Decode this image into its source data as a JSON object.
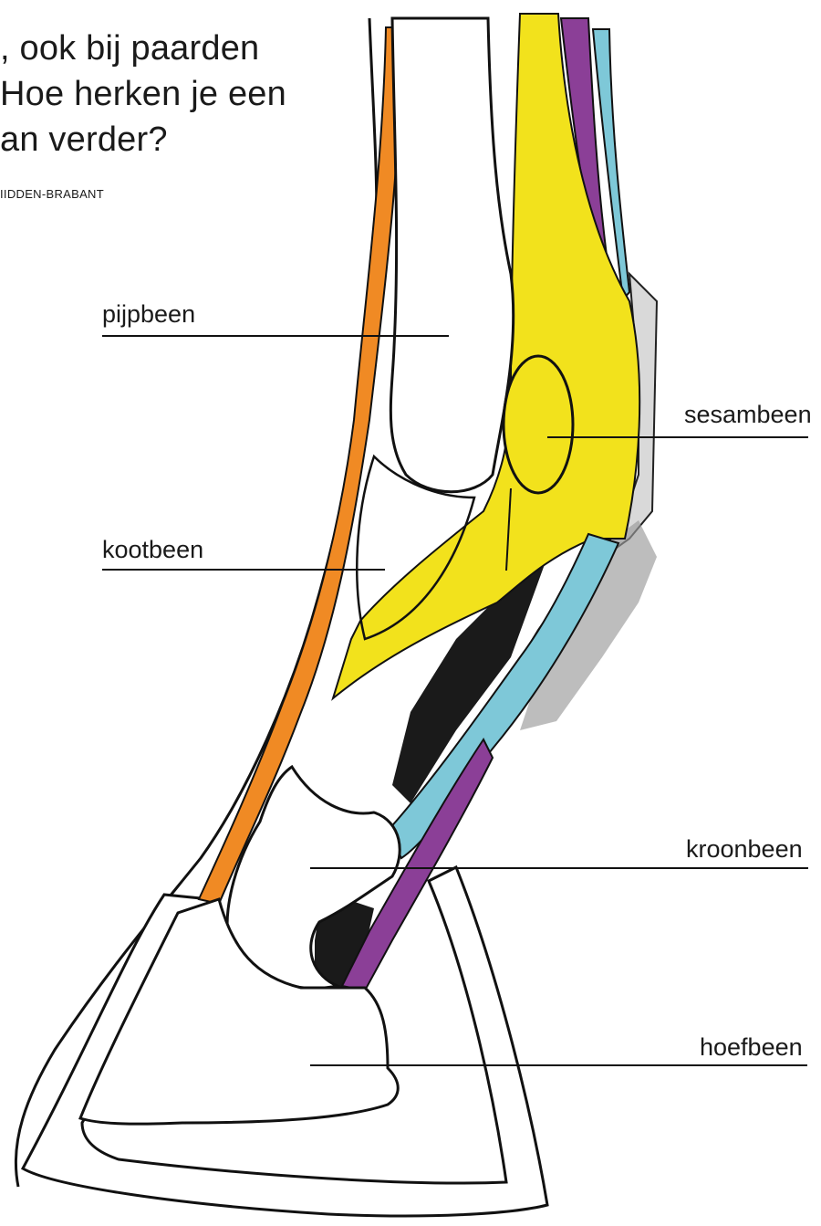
{
  "headline": {
    "line1": ", ook bij paarden",
    "line2": "Hoe herken je een",
    "line3": "an verder?"
  },
  "credit": "IIDDEN-BRABANT",
  "colors": {
    "orange_tendon": "#f08a24",
    "yellow_ligament": "#f2e21c",
    "purple_tendon": "#8b3f97",
    "blue_tendon": "#7ec8d8",
    "outline": "#111111"
  },
  "labels": {
    "pijpbeen": "pijpbeen",
    "sesambeen": "sesambeen",
    "kootbeen": "kootbeen",
    "kroonbeen": "kroonbeen",
    "hoefbeen": "hoefbeen"
  }
}
